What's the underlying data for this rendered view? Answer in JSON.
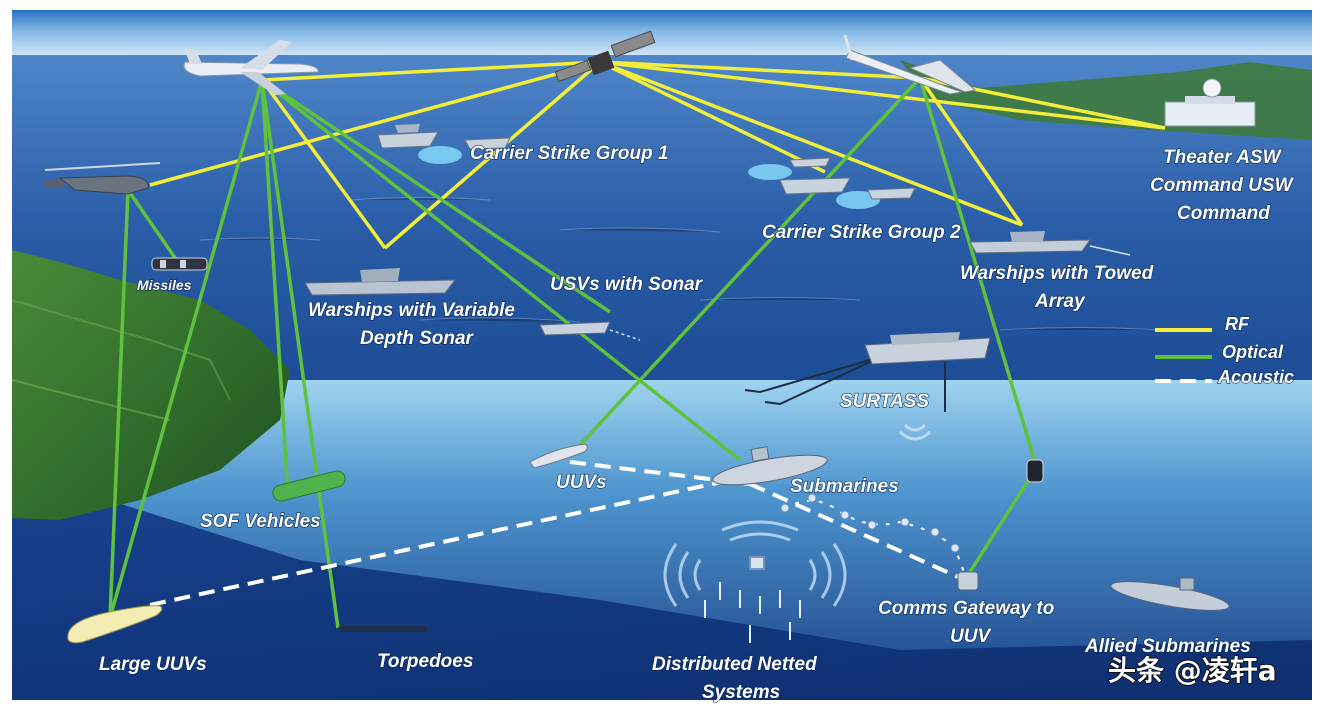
{
  "labels": {
    "csg1": "Carrier Strike Group 1",
    "csg2": "Carrier Strike Group 2",
    "theater_l1": "Theater ASW",
    "theater_l2": "Command USW",
    "theater_l3": "Command",
    "missiles": "Missiles",
    "vds_l1": "Warships with Variable",
    "vds_l2": "Depth Sonar",
    "usv": "USVs with Sonar",
    "towed_l1": "Warships with Towed",
    "towed_l2": "Array",
    "surtass": "SURTASS",
    "uuvs": "UUVs",
    "submarines": "Submarines",
    "sof": "SOF Vehicles",
    "large_uuvs": "Large UUVs",
    "torpedoes": "Torpedoes",
    "dns_l1": "Distributed Netted",
    "dns_l2": "Systems",
    "gateway_l1": "Comms Gateway to",
    "gateway_l2": "UUV",
    "allied": "Allied Submarines"
  },
  "legend": [
    {
      "label": "RF",
      "color": "#f2ee3a",
      "style": "solid"
    },
    {
      "label": "Optical",
      "color": "#5fc23c",
      "style": "solid"
    },
    {
      "label": "Acoustic",
      "color": "#ffffff",
      "style": "dashed"
    }
  ],
  "link_colors": {
    "rf": "#f2ee3a",
    "optical": "#5fc23c",
    "acoustic": "#ffffff"
  },
  "watermark": "头条 @凌轩a"
}
